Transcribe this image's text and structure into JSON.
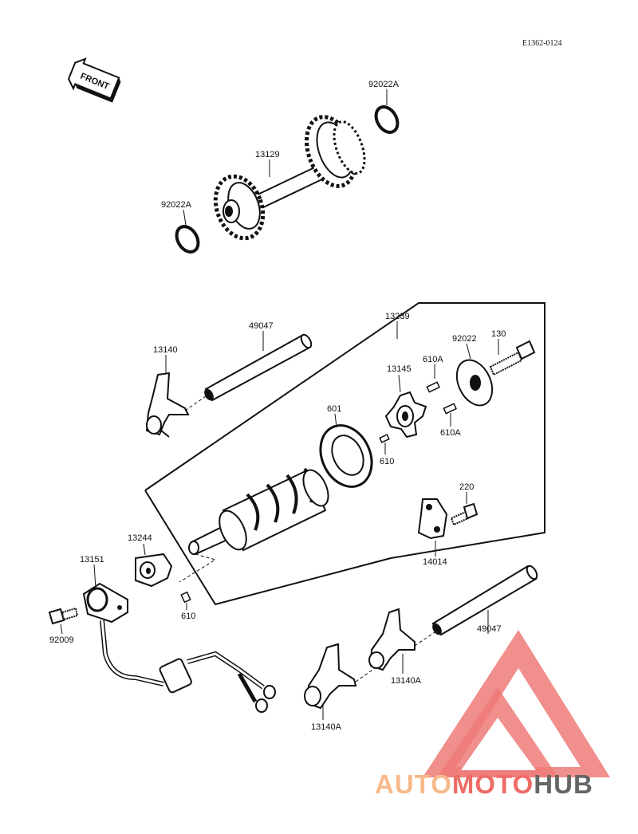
{
  "diagram_code": "E1362-0124",
  "front_label": "FRONT",
  "watermark": {
    "part1": "AUTO",
    "part2": "MOTO",
    "part3": "HUB",
    "color_light": "#f7b98a",
    "color_red": "#ee6b66",
    "color_dark": "#666666"
  },
  "parts": {
    "p92022A_top": "92022A",
    "p13129": "13129",
    "p92022A_left": "92022A",
    "p49047_top": "49047",
    "p13239": "13239",
    "p13140": "13140",
    "p13145": "13145",
    "p610A_top": "610A",
    "p92022": "92022",
    "p130": "130",
    "p601": "601",
    "p610A_bottom": "610A",
    "p610_inner": "610",
    "p220": "220",
    "p14014": "14014",
    "p13244": "13244",
    "p13151": "13151",
    "p610_outer": "610",
    "p92009": "92009",
    "p49047_bottom": "49047",
    "p13140A_right": "13140A",
    "p13140A_left": "13140A"
  }
}
